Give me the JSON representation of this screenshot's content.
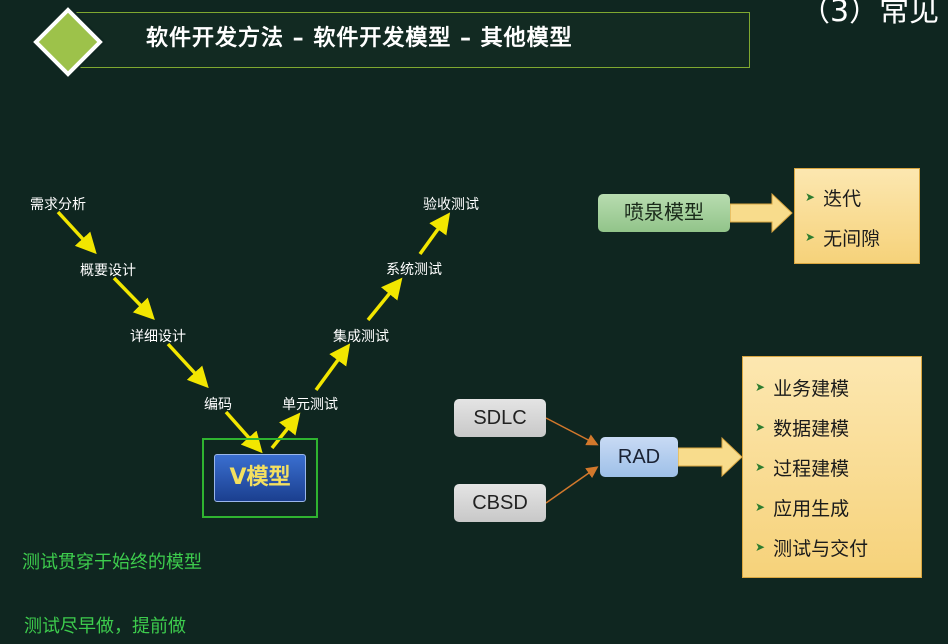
{
  "slide": {
    "title": "软件开发方法 – 软件开发模型 – 其他模型",
    "corner_text": "（3）常见"
  },
  "v_model": {
    "left_stages": [
      "需求分析",
      "概要设计",
      "详细设计",
      "编码"
    ],
    "right_stages": [
      "单元测试",
      "集成测试",
      "系统测试",
      "验收测试"
    ],
    "center_label": "V模型",
    "note_1": "测试贯穿于始终的模型",
    "note_2": "测试尽早做，提前做"
  },
  "fountain_model": {
    "label": "喷泉模型",
    "features": [
      "迭代",
      "无间隙"
    ]
  },
  "rad_model": {
    "inputs": [
      "SDLC",
      "CBSD"
    ],
    "label": "RAD",
    "phases": [
      "业务建模",
      "数据建模",
      "过程建模",
      "应用生成",
      "测试与交付"
    ]
  },
  "colors": {
    "background": "#0f2620",
    "title_border": "#7fa830",
    "diamond": "#9dc24a",
    "arrow": "#f2e600",
    "note_green": "#3dcc4d",
    "v_model_box_border": "#2fb430",
    "v_model_button": "#2a57b8",
    "fountain_pill": "#a8d4a0",
    "gray_pill": "#d6d6d6",
    "rad_pill": "#b4ceef",
    "yellow_box": "#f8dc8c",
    "connector": "#d2782c"
  }
}
